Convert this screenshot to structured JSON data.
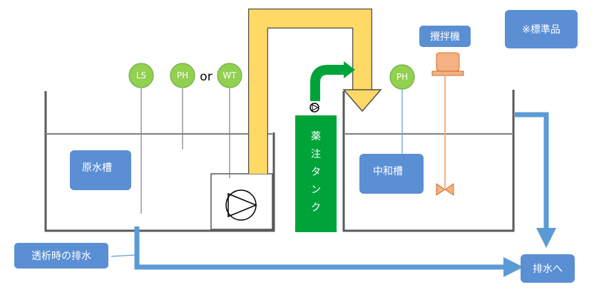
{
  "labels": {
    "standard": "※標準品",
    "stirrer": "攪拌機",
    "raw_tank": "原水槽",
    "neutral_tank": "中和槽",
    "chem_tank": "薬注タンク",
    "drain_dialysis": "透析時の排水",
    "to_drain": "排水へ",
    "or": "or"
  },
  "sensors": {
    "ls": "LS",
    "ph_raw": "PH",
    "wt": "WT",
    "ph_neutral": "PH"
  },
  "colors": {
    "blue_box": "#5b8fd4",
    "blue_pipe": "#5b9bd5",
    "yellow_pipe": "#ffd966",
    "green_tank": "#00a33a",
    "green_sensor": "#92d050",
    "motor": "#f4b183",
    "wall": "#595959"
  }
}
